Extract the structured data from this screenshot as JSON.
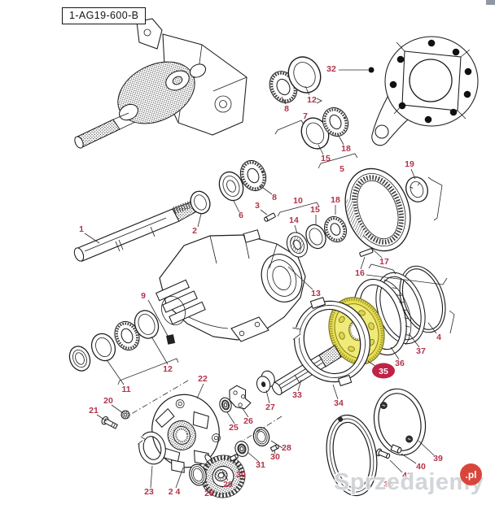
{
  "page": {
    "width": "608",
    "height": "626",
    "background": "#ffffff"
  },
  "title_box": {
    "code": "1-AG19-600-B"
  },
  "watermark": {
    "name": "Sprzedajemy",
    "badge": ".pl"
  },
  "colors": {
    "label_red": "#b23348",
    "badge_red": "#c02347",
    "highlight_yellow": "#f0ea78",
    "highlight_edge": "#a79d2c",
    "line": "#1c1c1c",
    "watermark_badge_red": "#d8463b",
    "watermark_text": "#d0d3d7"
  },
  "diagram": {
    "badge": "35",
    "labels": [
      "1",
      "2",
      "3",
      "4",
      "5",
      "6",
      "7",
      "8",
      "8",
      "9",
      "10",
      "11",
      "12",
      "12",
      "13",
      "14",
      "15",
      "15",
      "16",
      "17",
      "18",
      "18",
      "19",
      "20",
      "21",
      "22",
      "23",
      "2 4",
      "25",
      "26",
      "27",
      "28",
      "28",
      "29",
      "30",
      "30",
      "31",
      "32",
      "33",
      "34",
      "36",
      "37",
      "38",
      "39",
      "40",
      "41"
    ]
  }
}
